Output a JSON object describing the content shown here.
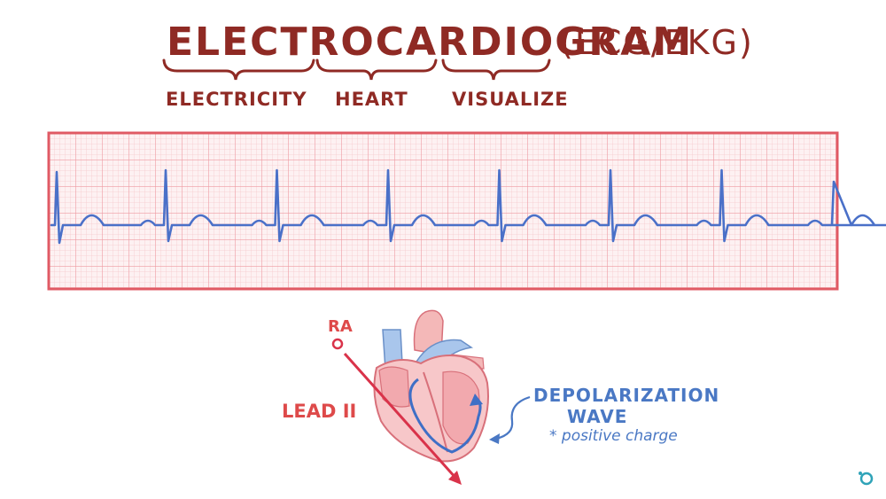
{
  "title": {
    "word": "ELECTROCARDIOGRAM",
    "abbreviation": "(ECG/EKG)",
    "parts": [
      {
        "label": "ELECTRICITY"
      },
      {
        "label": "HEART"
      },
      {
        "label": "VISUALIZE"
      }
    ]
  },
  "diagram": {
    "ra_label": "RA",
    "lead_label": "LEAD II",
    "wave_title_line1": "DEPOLARIZATION",
    "wave_title_line2": "WAVE",
    "wave_note": "* positive charge"
  },
  "colors": {
    "title": "#8f2a24",
    "grid_border": "#e05a64",
    "grid_fine": "#f6c9cd",
    "grid_major": "#ee9aa2",
    "trace": "#4a70c8",
    "lead_arrow": "#d9334a",
    "wave_label": "#4a78c4"
  },
  "icons": [
    "corner-logo-icon"
  ]
}
